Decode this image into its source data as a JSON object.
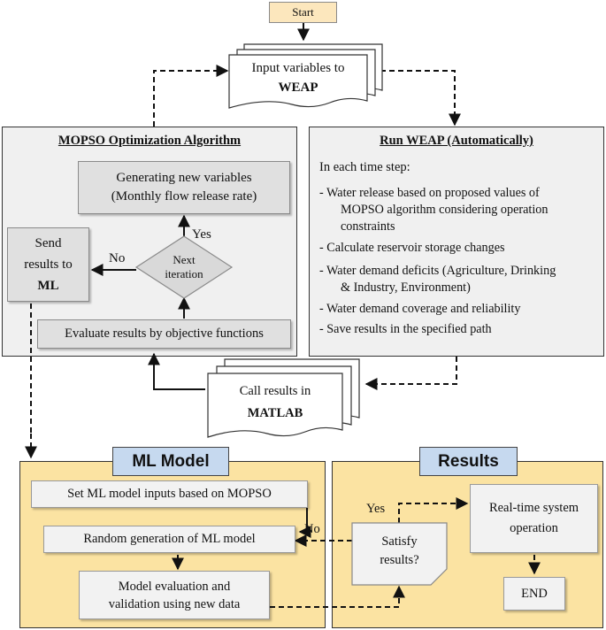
{
  "start": "Start",
  "input": {
    "line1": "Input variables to",
    "line2": "WEAP"
  },
  "mopso": {
    "title": "MOPSO Optimization Algorithm",
    "generating": {
      "line1": "Generating new variables",
      "line2": "(Monthly flow release rate)"
    },
    "decision": {
      "line1": "Next",
      "line2": "iteration"
    },
    "yes": "Yes",
    "no": "No",
    "send": {
      "line1": "Send",
      "line2": "results to",
      "line3": "ML"
    },
    "evaluate": "Evaluate results by objective functions"
  },
  "weap": {
    "title": "Run WEAP (Automatically)",
    "intro": "In each time step:",
    "items": [
      [
        "- Water release based on proposed values of",
        "MOPSO algorithm considering operation",
        "constraints"
      ],
      [
        "- Calculate reservoir storage changes"
      ],
      [
        "- Water demand deficits (Agriculture, Drinking",
        "& Industry, Environment)"
      ],
      [
        "- Water demand coverage and reliability"
      ],
      [
        "- Save results in the specified path"
      ]
    ]
  },
  "call": {
    "line1": "Call results in",
    "line2": "MATLAB"
  },
  "ml": {
    "header": "ML Model",
    "set_inputs": "Set ML model inputs based on MOPSO",
    "random": "Random generation of ML model",
    "eval": {
      "line1": "Model evaluation and",
      "line2": "validation using new data"
    },
    "no": "No"
  },
  "results": {
    "header": "Results",
    "yes": "Yes",
    "satisfy": {
      "line1": "Satisfy",
      "line2": "results?"
    },
    "realtime": {
      "line1": "Real-time system",
      "line2": "operation"
    },
    "end": "END"
  }
}
